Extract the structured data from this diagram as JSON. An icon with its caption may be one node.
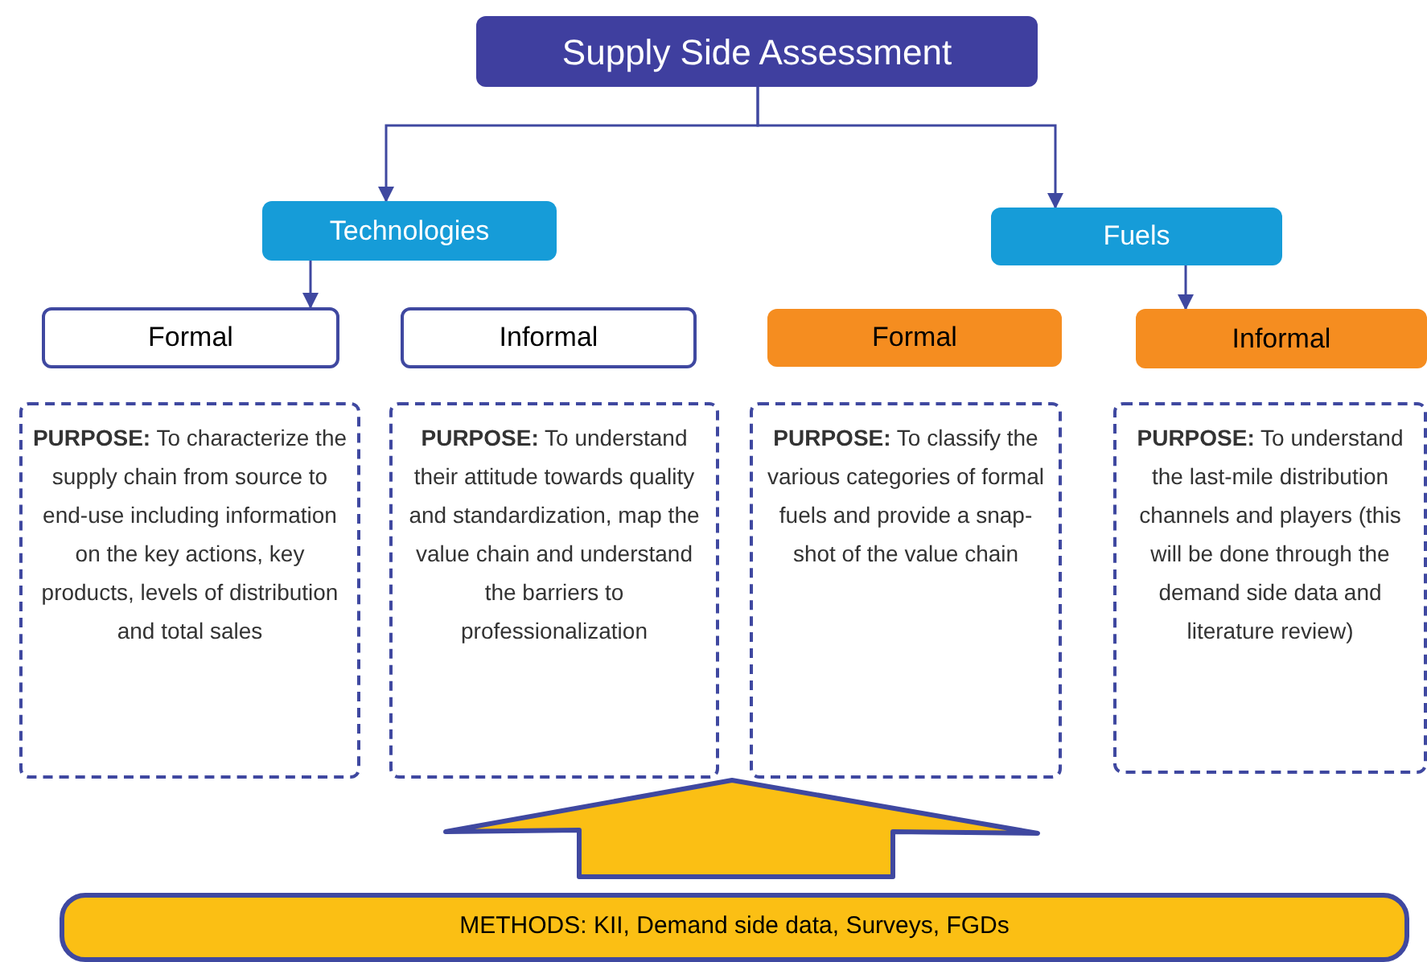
{
  "diagram": {
    "nodes": [
      {
        "text": [
          "Supply Side Assessment"
        ]
      },
      {
        "text": [
          "Technologies"
        ]
      },
      {
        "text": [
          "Fuels"
        ]
      },
      {
        "text": [
          "Formal"
        ]
      },
      {
        "text": [
          "Informal"
        ]
      },
      {
        "text": [
          "Formal"
        ]
      },
      {
        "text": [
          "Informal"
        ]
      },
      {
        "text": [
          "**PURPOSE:** To characterize the supply chain from source to end-use including information on the key actions, key products, levels of distribution and total sales"
        ]
      },
      {
        "text": [
          "**PURPOSE:** To understand their attitude towards quality and standardization, map the value chain and understand the barriers to professionalization"
        ]
      },
      {
        "text": [
          "**PURPOSE:** To classify the various categories of formal fuels and provide a snap-shot of the value chain"
        ]
      },
      {
        "text": [
          "**PURPOSE:** To understand the last-mile distribution channels and players (this will be done through the demand side data and literature review)"
        ]
      },
      {
        "text": [
          "METHODS: KII, Demand side data, Surveys, FGDs"
        ]
      }
    ],
    "edges": [
      {
        "from": 0,
        "to": 1,
        "arrow": "to"
      },
      {
        "from": 0,
        "to": 2,
        "arrow": "to"
      },
      {
        "from": 1,
        "to": 3,
        "arrow": "to"
      },
      {
        "from": 2,
        "to": 6,
        "arrow": "to"
      },
      {
        "from": 11,
        "to": null,
        "arrow": "to",
        "style": "thick",
        "color": "#fbbf14"
      }
    ]
  }
}
